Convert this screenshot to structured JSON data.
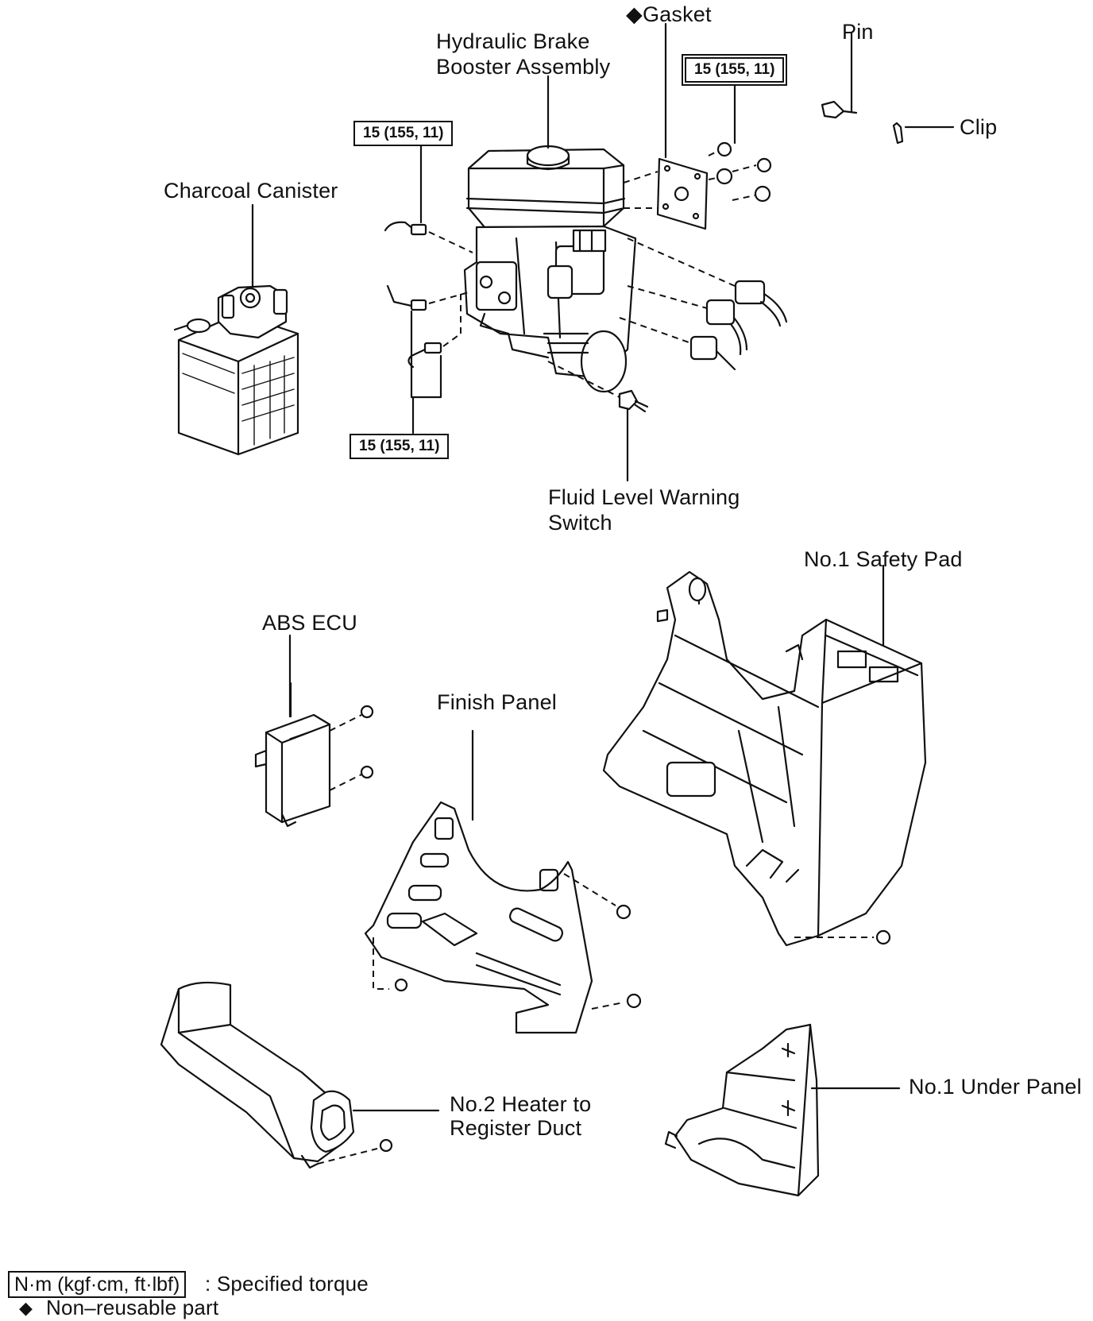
{
  "labels": {
    "gasket": "◆Gasket",
    "pin": "Pin",
    "hydraulic_brake_booster_line1": "Hydraulic Brake",
    "hydraulic_brake_booster_line2": "Booster Assembly",
    "clip": "Clip",
    "charcoal_canister": "Charcoal Canister",
    "fluid_level_switch_line1": "Fluid Level Warning",
    "fluid_level_switch_line2": "Switch",
    "safety_pad": "No.1 Safety Pad",
    "abs_ecu": "ABS ECU",
    "finish_panel": "Finish Panel",
    "heater_duct_line1": "No.2 Heater to",
    "heater_duct_line2": "Register Duct",
    "under_panel": "No.1 Under Panel"
  },
  "torques": {
    "booster_left_top": "15 (155, 11)",
    "gasket_nuts": "15 (155, 11)",
    "booster_left_bottom": "15 (155, 11)"
  },
  "legend": {
    "torque_unit_box": "N·m (kgf·cm, ft·lbf)",
    "torque_text": ": Specified torque",
    "nonreusable_symbol": "◆",
    "nonreusable_text": "Non–reusable part"
  }
}
